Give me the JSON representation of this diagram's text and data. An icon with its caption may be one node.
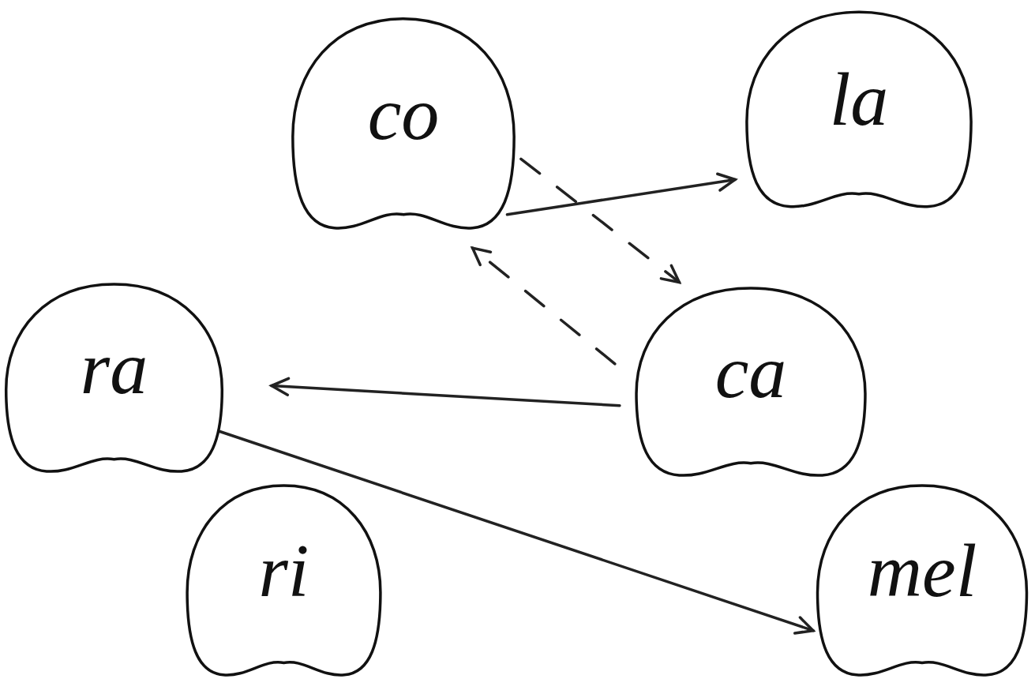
{
  "diagram": {
    "nodes": [
      {
        "text": [
          "co"
        ]
      },
      {
        "text": [
          "la"
        ]
      },
      {
        "text": [
          "ra"
        ]
      },
      {
        "text": [
          "ca"
        ]
      },
      {
        "text": [
          "ri"
        ]
      },
      {
        "text": [
          "mel"
        ]
      }
    ],
    "edges": [
      {
        "from": 0,
        "to": 1,
        "arrow": "to"
      },
      {
        "from": 0,
        "to": 3,
        "arrow": "to",
        "style": "dashed"
      },
      {
        "from": 3,
        "to": 0,
        "arrow": "to",
        "style": "dashed"
      },
      {
        "from": 3,
        "to": 2,
        "arrow": "to"
      },
      {
        "from": 2,
        "to": 5,
        "arrow": "to"
      }
    ]
  }
}
